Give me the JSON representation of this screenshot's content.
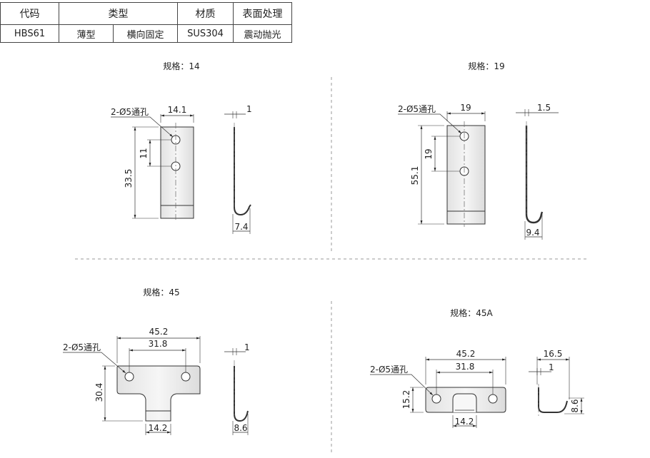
{
  "table": {
    "headers": [
      "代码",
      "类型",
      "材质",
      "表面处理"
    ],
    "row": [
      "HBS61",
      "薄型",
      "横向固定",
      "SUS304",
      "震动抛光"
    ]
  },
  "views": {
    "v14": {
      "title": "规格：14",
      "hole_note": "2-Ø5通孔",
      "dims": {
        "width": "14.1",
        "hole_pitch": "11",
        "height": "33.5",
        "thickness": "1",
        "hook": "7.4"
      }
    },
    "v19": {
      "title": "规格：19",
      "hole_note": "2-Ø5通孔",
      "dims": {
        "width": "19",
        "hole_pitch": "19",
        "height": "55.1",
        "thickness": "1.5",
        "hook": "9.4"
      }
    },
    "v45": {
      "title": "规格：45",
      "hole_note": "2-Ø5通孔",
      "dims": {
        "width": "45.2",
        "hole_pitch": "31.8",
        "height": "30.4",
        "tab": "14.2",
        "thickness": "1",
        "hook": "8.6"
      }
    },
    "v45a": {
      "title": "规格：45A",
      "hole_note": "2-Ø5通孔",
      "dims": {
        "width": "45.2",
        "hole_pitch": "31.8",
        "height": "15.2",
        "tab": "14.2",
        "depth": "16.5",
        "thickness": "1",
        "hook": "8.6"
      }
    }
  }
}
